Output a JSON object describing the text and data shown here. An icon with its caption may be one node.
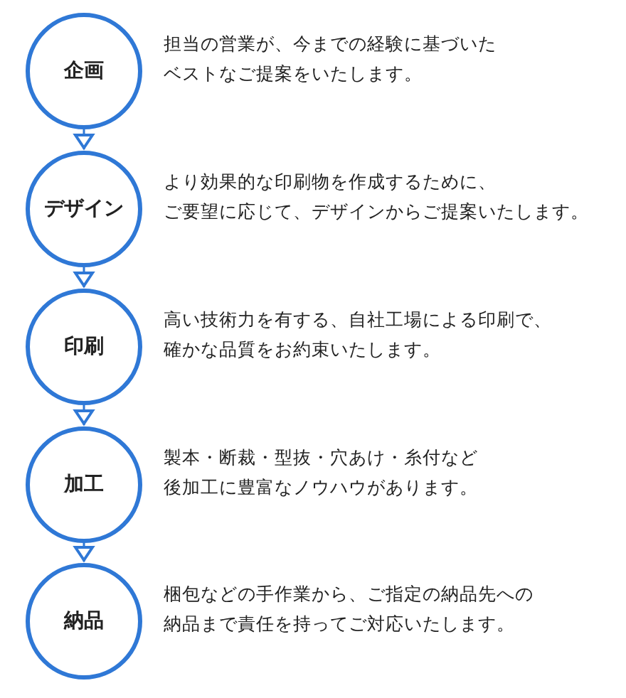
{
  "diagram": {
    "nodes": [
      {
        "text": [
          "企画"
        ],
        "beside": [
          "担当の営業が、今までの経験に基づいたベストなご提案をいたします。"
        ]
      },
      {
        "text": [
          "デザイン"
        ],
        "beside": [
          "より効果的な印刷物を作成するために、ご要望に応じて、デザインからご提案いたします。"
        ]
      },
      {
        "text": [
          "印刷"
        ],
        "beside": [
          "高い技術力を有する、自社工場による印刷で、確かな品質をお約束いたします。"
        ]
      },
      {
        "text": [
          "加工"
        ],
        "beside": [
          "製本・断裁・型抜・穴あけ・糸付など後加工に豊富なノウハウがあります。"
        ]
      },
      {
        "text": [
          "納品"
        ],
        "beside": [
          "梱包などの手作業から、ご指定の納品先への納品まで責任を持ってご対応いたします。"
        ]
      }
    ],
    "edges": [
      {
        "from": 0,
        "to": 1,
        "arrow": "to"
      },
      {
        "from": 1,
        "to": 2,
        "arrow": "to"
      },
      {
        "from": 2,
        "to": 3,
        "arrow": "to"
      },
      {
        "from": 3,
        "to": 4,
        "arrow": "to"
      }
    ]
  }
}
